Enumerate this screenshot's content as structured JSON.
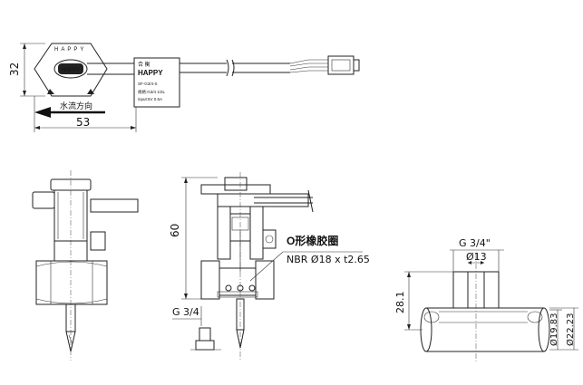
{
  "top_view": {
    "dim_height": "32",
    "dim_width": "53",
    "arrow_text": "水流方向",
    "arc_text": "HAPPY",
    "label": {
      "line1": "合 衡",
      "line2": "HAPPY",
      "line3": "SF-G3/4-S",
      "line4": "规格:G3/4 1/2L",
      "line5": "input:5V 0.5A"
    }
  },
  "side_section": {
    "dim_height": "60",
    "thread_label": "G 3/4",
    "oring_title": "O形橡胶圈",
    "oring_spec": "NBR Ø18 x t2.65"
  },
  "pipe_section": {
    "thread_label": "G 3/4\"",
    "dim_bore": "Ø13",
    "dim_height": "28.1",
    "dim_inner": "Ø19.83",
    "dim_outer": "Ø22.23"
  }
}
